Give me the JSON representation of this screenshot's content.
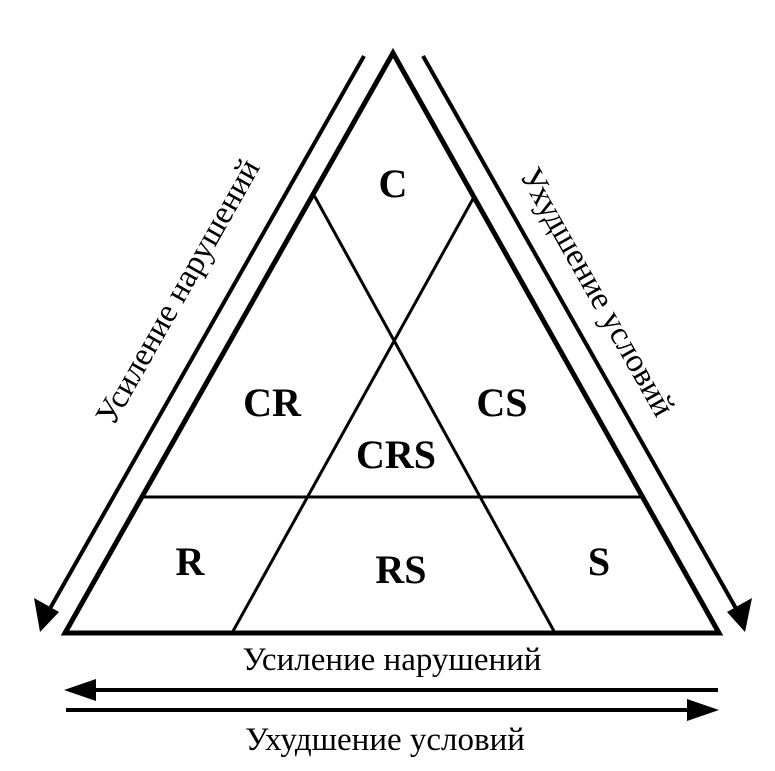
{
  "regions": {
    "c": "C",
    "cr": "CR",
    "cs": "CS",
    "crs": "CRS",
    "r": "R",
    "rs": "RS",
    "s": "S"
  },
  "arrows": {
    "left_side": "Усиление нарушений",
    "right_side": "Ухудшение условий",
    "bottom_top": "Усиление нарушений",
    "bottom_bottom": "Ухудшение условий"
  }
}
